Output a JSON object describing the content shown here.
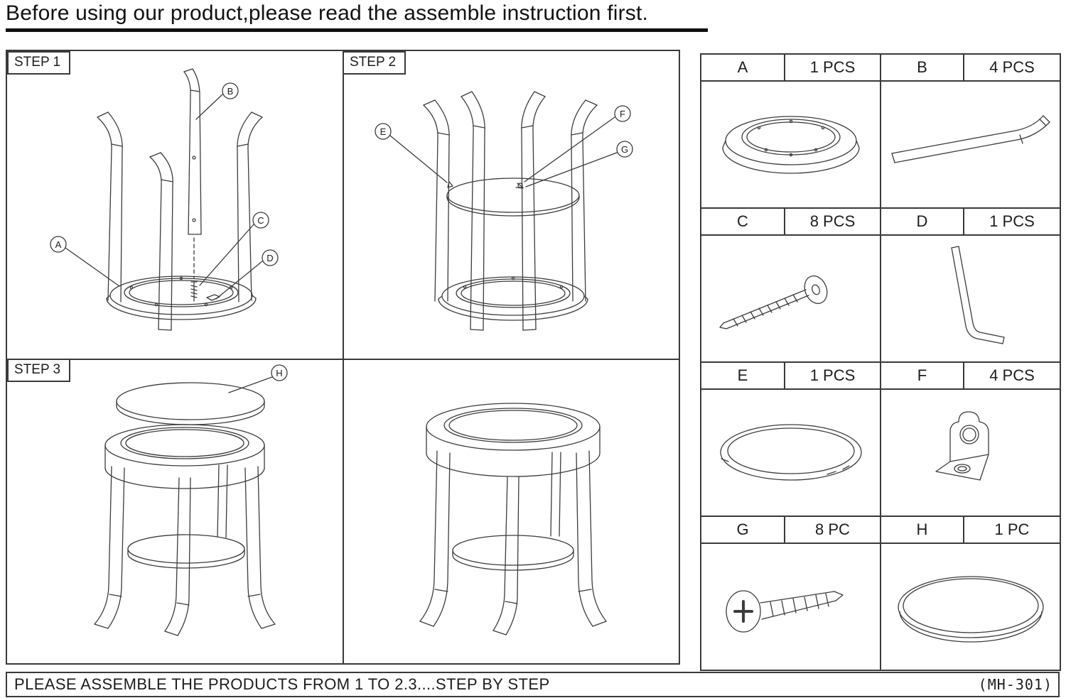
{
  "header": {
    "title": "Before using our product,please read the assemble instruction first."
  },
  "steps": {
    "step1": {
      "label": "STEP 1",
      "callouts": {
        "a": "A",
        "b": "B",
        "c": "C",
        "d": "D"
      }
    },
    "step2": {
      "label": "STEP 2",
      "callouts": {
        "e": "E",
        "f": "F",
        "g": "G"
      }
    },
    "step3": {
      "label": "STEP 3",
      "callouts": {
        "h": "H"
      }
    }
  },
  "parts": {
    "rows": [
      {
        "left": {
          "letter": "A",
          "qty": "1 PCS",
          "icon": "base-ring"
        },
        "right": {
          "letter": "B",
          "qty": "4 PCS",
          "icon": "table-leg"
        }
      },
      {
        "left": {
          "letter": "C",
          "qty": "8 PCS",
          "icon": "long-screw"
        },
        "right": {
          "letter": "D",
          "qty": "1 PCS",
          "icon": "allen-key"
        }
      },
      {
        "left": {
          "letter": "E",
          "qty": "1 PCS",
          "icon": "ring-rim"
        },
        "right": {
          "letter": "F",
          "qty": "4 PCS",
          "icon": "corner-bracket"
        }
      },
      {
        "left": {
          "letter": "G",
          "qty": "8 PC",
          "icon": "phillips-screw"
        },
        "right": {
          "letter": "H",
          "qty": "1 PC",
          "icon": "table-top"
        }
      }
    ]
  },
  "footer": {
    "instruction": "PLEASE ASSEMBLE THE PRODUCTS FROM 1 TO 2.3....STEP BY STEP",
    "model": "(MH-301)"
  },
  "colors": {
    "line": "#3c3c3c",
    "text": "#1d1d1d",
    "background": "#ffffff"
  }
}
